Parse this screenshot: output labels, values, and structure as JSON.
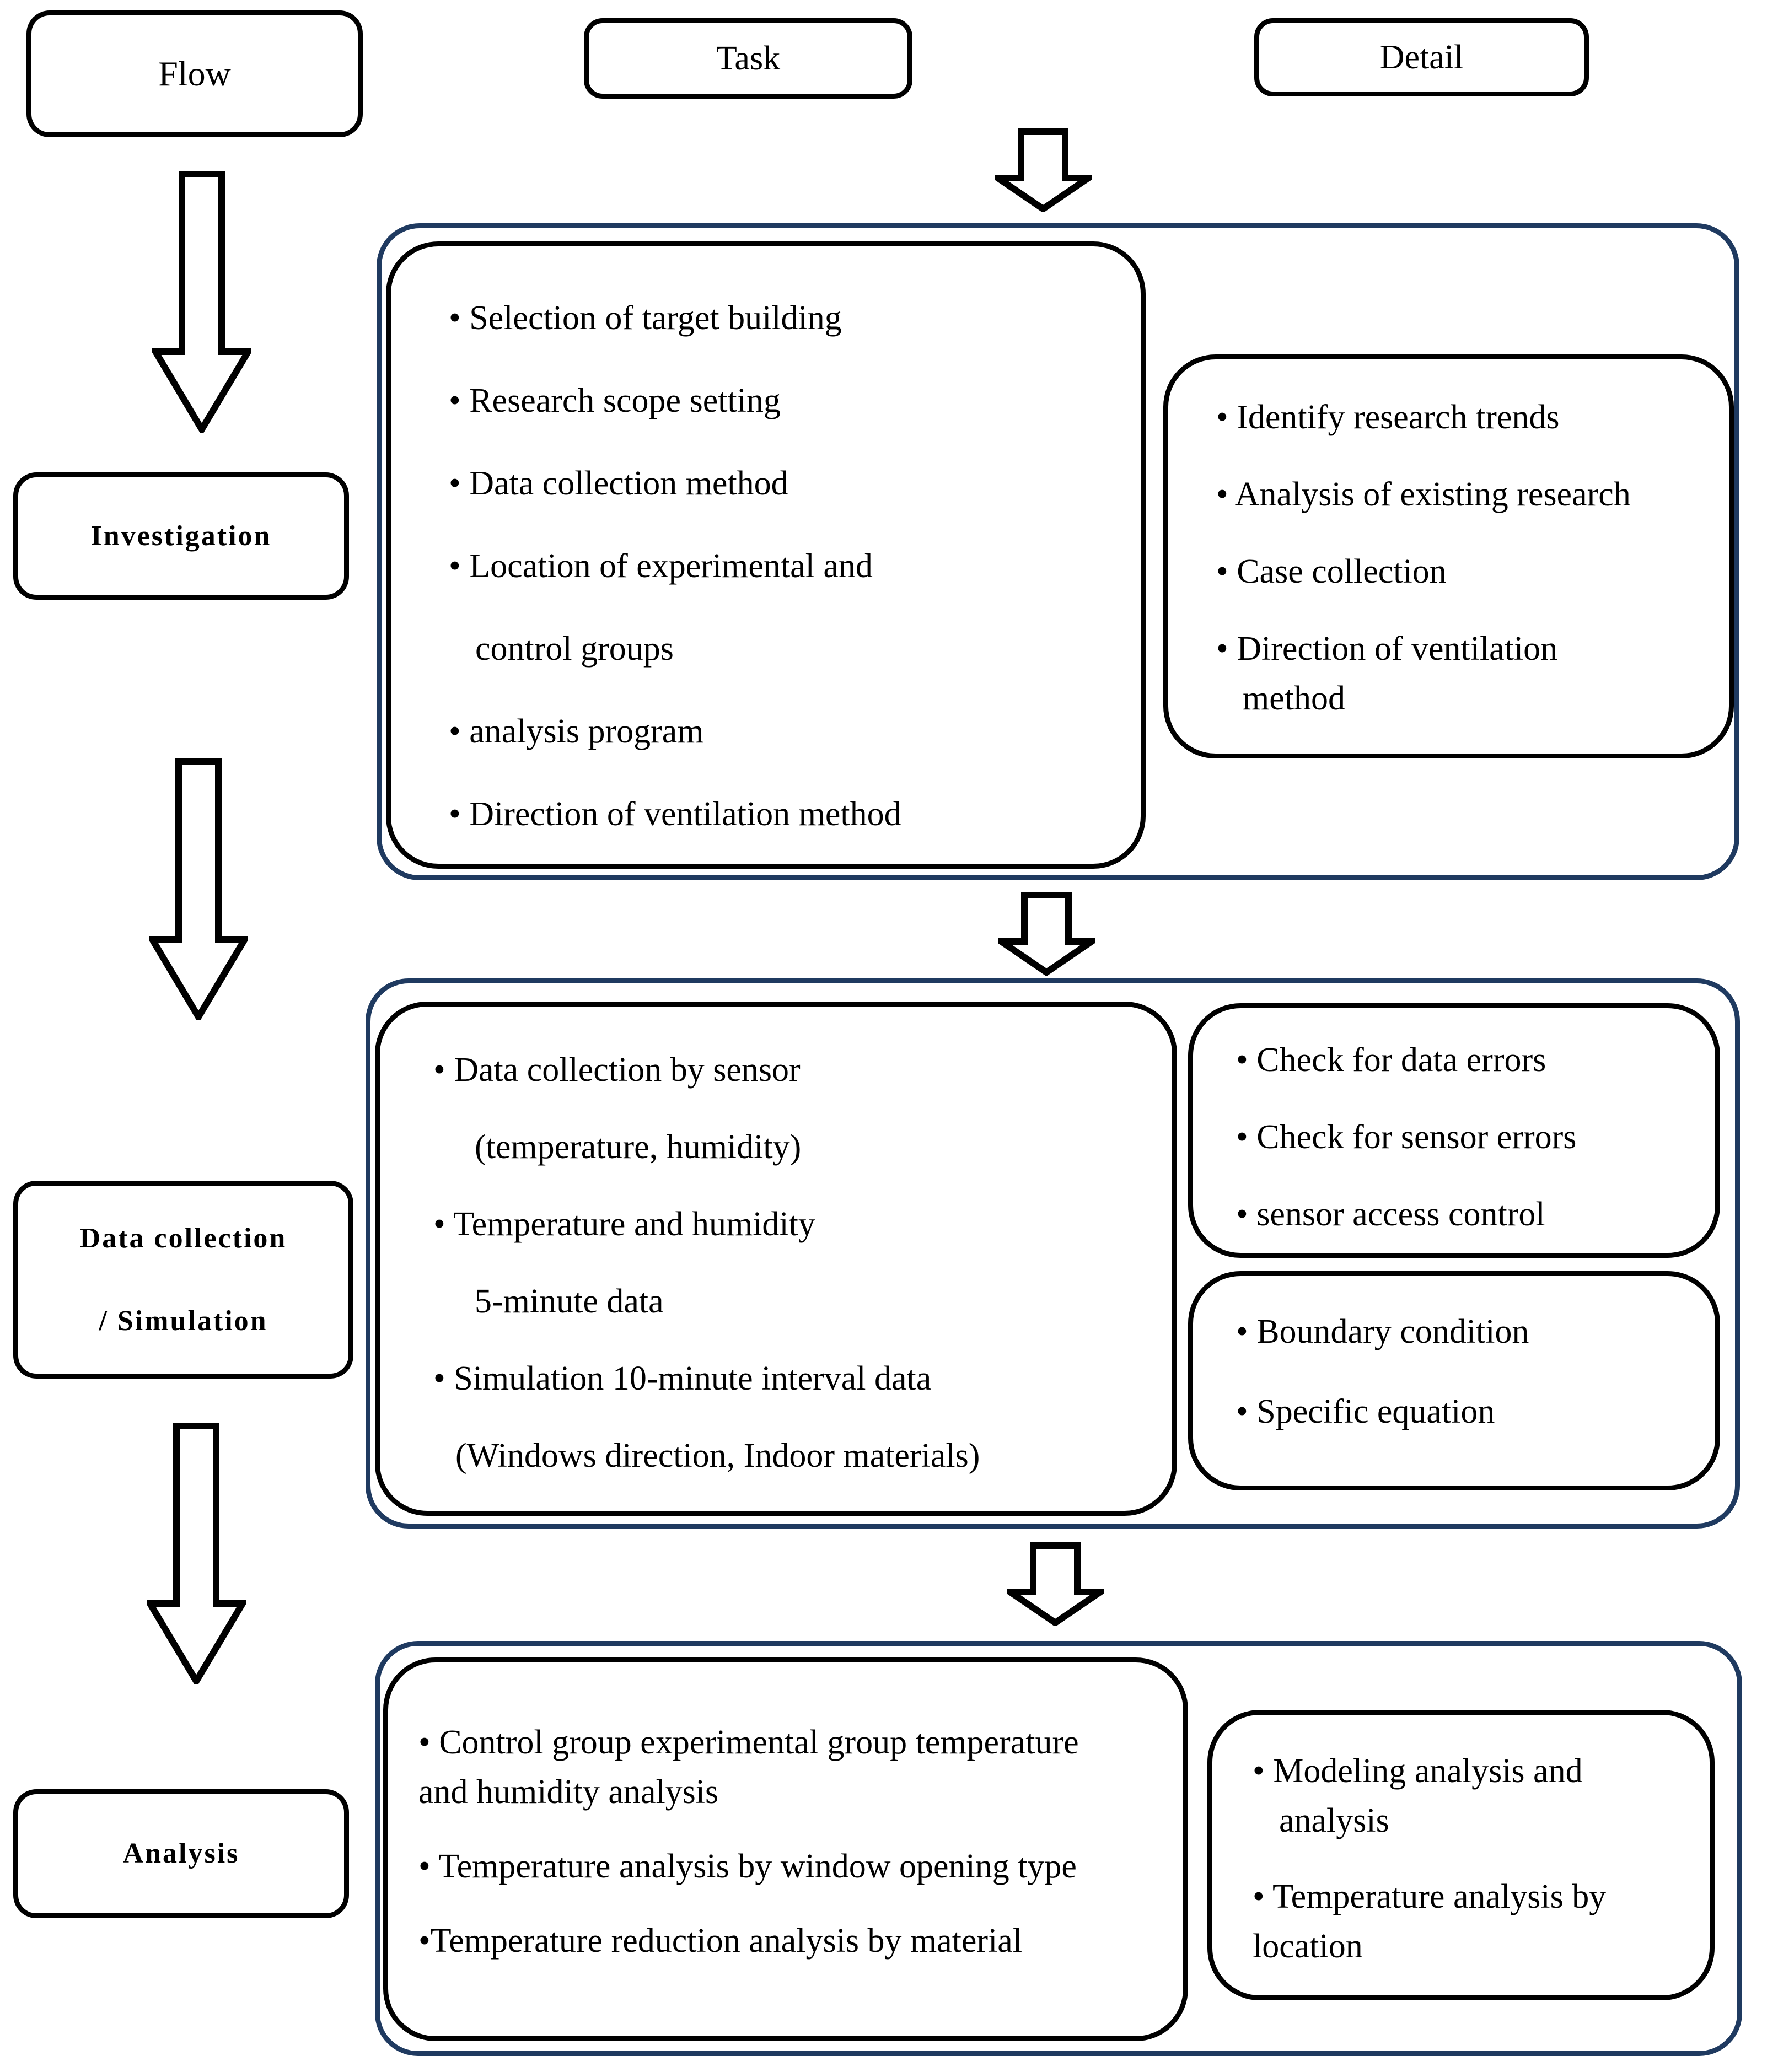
{
  "colors": {
    "section_outline_blue": "#1f3a60",
    "box_outline_black": "#000000",
    "background": "#ffffff"
  },
  "headers": {
    "flow": "Flow",
    "task": "Task",
    "detail": "Detail"
  },
  "stages": {
    "investigation": "Investigation",
    "data_simulation_line1": "Data collection",
    "data_simulation_line2": "/ Simulation",
    "analysis": "Analysis"
  },
  "sections": [
    {
      "task": {
        "lines": [
          "• Selection of target building",
          "• Research scope setting",
          "• Data collection method",
          "• Location of experimental and",
          "control groups",
          "• analysis program",
          "• Direction of ventilation method"
        ]
      },
      "details": [
        {
          "lines": [
            "• Identify research trends",
            "• Analysis of existing research",
            "• Case collection",
            "• Direction of ventilation",
            "method"
          ]
        }
      ]
    },
    {
      "task": {
        "lines": [
          "• Data collection by sensor",
          "(temperature, humidity)",
          "• Temperature and humidity",
          "5-minute data",
          "• Simulation 10-minute interval data",
          "(Windows direction, Indoor materials)"
        ]
      },
      "details": [
        {
          "lines": [
            "• Check for data errors",
            "• Check for sensor errors",
            "• sensor access control"
          ]
        },
        {
          "lines": [
            "• Boundary condition",
            "• Specific equation"
          ]
        }
      ]
    },
    {
      "task": {
        "lines": [
          "• Control group experimental group temperature",
          "and humidity analysis",
          "• Temperature analysis by window opening type",
          "•Temperature reduction analysis by material"
        ]
      },
      "details": [
        {
          "lines": [
            "• Modeling analysis and",
            "analysis",
            "• Temperature analysis by",
            "location"
          ]
        }
      ]
    }
  ]
}
